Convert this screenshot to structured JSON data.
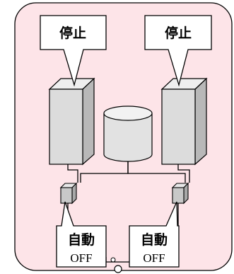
{
  "diagram": {
    "left_callout": {
      "text": "停止"
    },
    "right_callout": {
      "text": "停止"
    },
    "left_switch": {
      "line1": "自動",
      "line2": "OFF"
    },
    "right_switch": {
      "line1": "自動",
      "line2": "OFF"
    },
    "colors": {
      "panel_fill": "#fde4e8",
      "server_front": "#dcdcdc",
      "server_side": "#b8b8b8",
      "storage_fill": "#e2e2e2",
      "node_fill": "#c8c8c8"
    }
  }
}
